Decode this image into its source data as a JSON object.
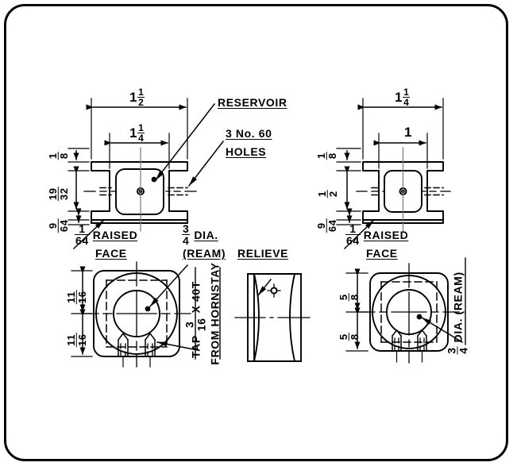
{
  "drawing": {
    "title": "Cylinder cover / motion plate engineering drawing",
    "background": "#ffffff",
    "ink": "#000000",
    "border": {
      "style": "rounded-rectangle",
      "radius": 26,
      "width": 3
    }
  },
  "views": {
    "top_left": {
      "name": "front-elevation-large",
      "dims": {
        "overall_width": {
          "whole": "1",
          "num": "1",
          "den": "2"
        },
        "inner_width": {
          "whole": "1",
          "num": "1",
          "den": "4"
        },
        "flange_thickness": {
          "num": "1",
          "den": "8"
        },
        "web_height": {
          "num": "19",
          "den": "32"
        },
        "base_thickness": {
          "num": "9",
          "den": "64"
        }
      }
    },
    "top_right": {
      "name": "front-elevation-small",
      "dims": {
        "overall_width": {
          "whole": "1",
          "num": "1",
          "den": "4"
        },
        "inner_width": {
          "whole": "1",
          "num": "",
          "den": ""
        },
        "inner_width_plain": "1",
        "flange_thickness": {
          "num": "1",
          "den": "8"
        },
        "web_height": {
          "num": "1",
          "den": "2"
        },
        "base_thickness": {
          "num": "9",
          "den": "64"
        }
      }
    },
    "bottom_left": {
      "name": "plan-view-large",
      "dims": {
        "upper_half": {
          "num": "11",
          "den": "16"
        },
        "lower_half": {
          "num": "11",
          "den": "16"
        }
      }
    },
    "bottom_middle": {
      "name": "relieve-side-view"
    },
    "bottom_right": {
      "name": "plan-view-small",
      "dims": {
        "upper_half": {
          "num": "5",
          "den": "8"
        },
        "lower_half": {
          "num": "5",
          "den": "8"
        }
      }
    }
  },
  "annotations": {
    "reservoir": "RESERVOIR",
    "holes_line1": "3 No. 60",
    "holes_line2": "HOLES",
    "raised_word": "RAISED",
    "face_word": "FACE",
    "raised_fraction": {
      "num": "1",
      "den": "64"
    },
    "dia_word": "DIA.",
    "dia_fraction": {
      "num": "3",
      "den": "4"
    },
    "ream_word": "(REAM)",
    "relieve": "RELIEVE",
    "tap_prefix": "TAP",
    "tap_fraction": {
      "num": "3",
      "den": "16"
    },
    "tap_suffix": "X 40T",
    "from_hornstay": "FROM HORNSTAY",
    "dia_ream_vertical": "DIA. (REAM)"
  }
}
